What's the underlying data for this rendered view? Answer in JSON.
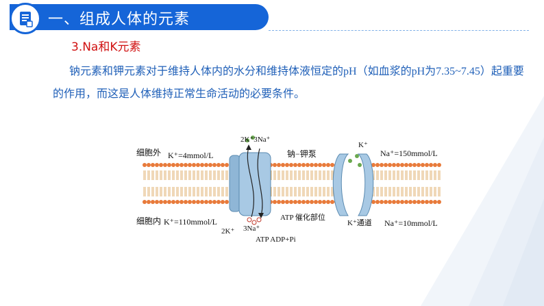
{
  "header": {
    "title": "一、组成人体的元素",
    "icon": "document-icon",
    "colors": {
      "accent": "#1565d8"
    }
  },
  "section": {
    "subtitle": "3.Na和K元素",
    "paragraph_part1": "钠元素和钾元素对于维持人体内的水分和维持体液恒定的",
    "paragraph_ph1": "pH",
    "paragraph_part2": "（如血浆的",
    "paragraph_ph2": "pH",
    "paragraph_part3": "为",
    "paragraph_range": "7.35~7.45",
    "paragraph_part4": "）起重要的作用，而这是人体维持正常生命活动的必要条件。"
  },
  "figure": {
    "outside_label": "细胞外",
    "inside_label": "细胞内",
    "k_outside": "K⁺=4mmol/L",
    "k_inside": "K⁺=110mmol/L",
    "na_outside": "Na⁺=150mmol/L",
    "na_inside": "Na⁺=10mmol/L",
    "pump_label": "钠−钾泵",
    "pump_top_ions": "2K⁺3Na⁺",
    "pump_bottom_k": "2K⁺",
    "pump_bottom_na": "3Na⁺",
    "atp_site": "ATP  催化部位",
    "atp_reaction": "ATP  ADP+Pi",
    "k_channel_top": "K⁺",
    "k_channel_label": "K⁺通道"
  }
}
